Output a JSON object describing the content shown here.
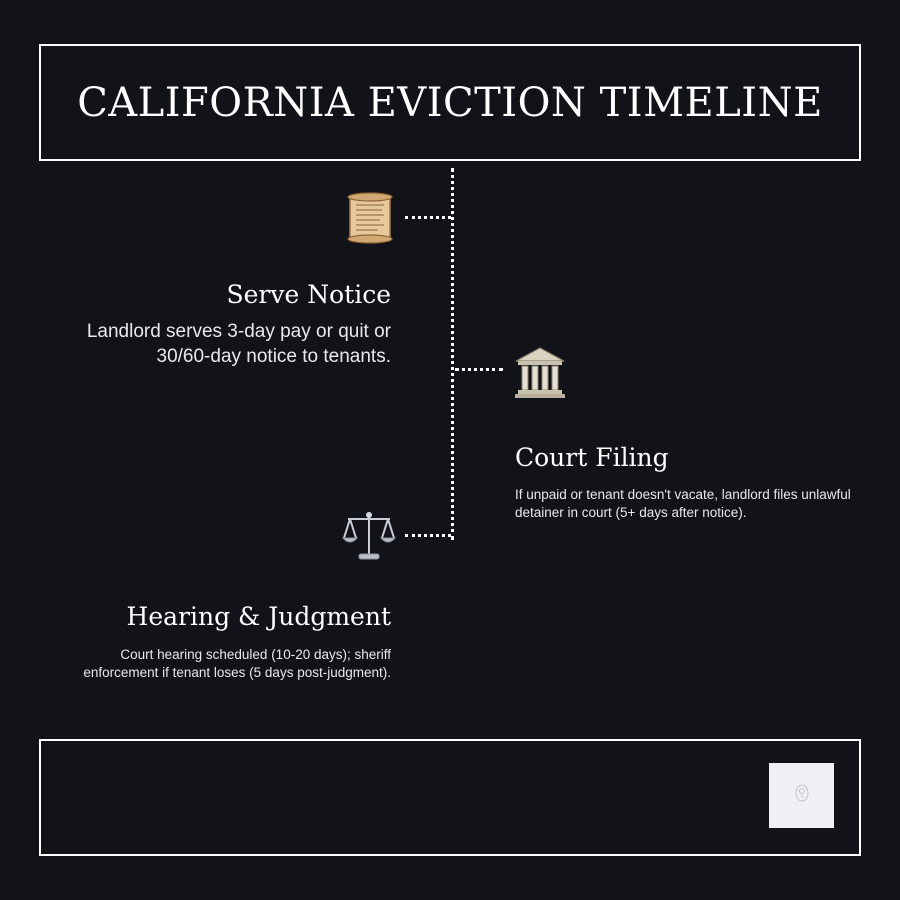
{
  "header": {
    "title": "CALIFORNIA EVICTION TIMELINE"
  },
  "timeline": {
    "steps": [
      {
        "icon": "scroll-icon",
        "title": "Serve Notice",
        "description": "Landlord serves 3-day pay or quit or 30/60-day notice to tenants."
      },
      {
        "icon": "courthouse-icon",
        "title": "Court Filing",
        "description": "If unpaid or tenant doesn't vacate, landlord files unlawful detainer in court (5+ days after notice)."
      },
      {
        "icon": "scales-icon",
        "title": "Hearing & Judgment",
        "description": "Court hearing scheduled (10-20 days); sheriff enforcement if tenant loses (5 days post-judgment)."
      }
    ]
  },
  "footer": {
    "badge_icon": "tree-icon"
  },
  "colors": {
    "background": "#121219",
    "foreground": "#ffffff",
    "badge": "#f0f0f4"
  }
}
